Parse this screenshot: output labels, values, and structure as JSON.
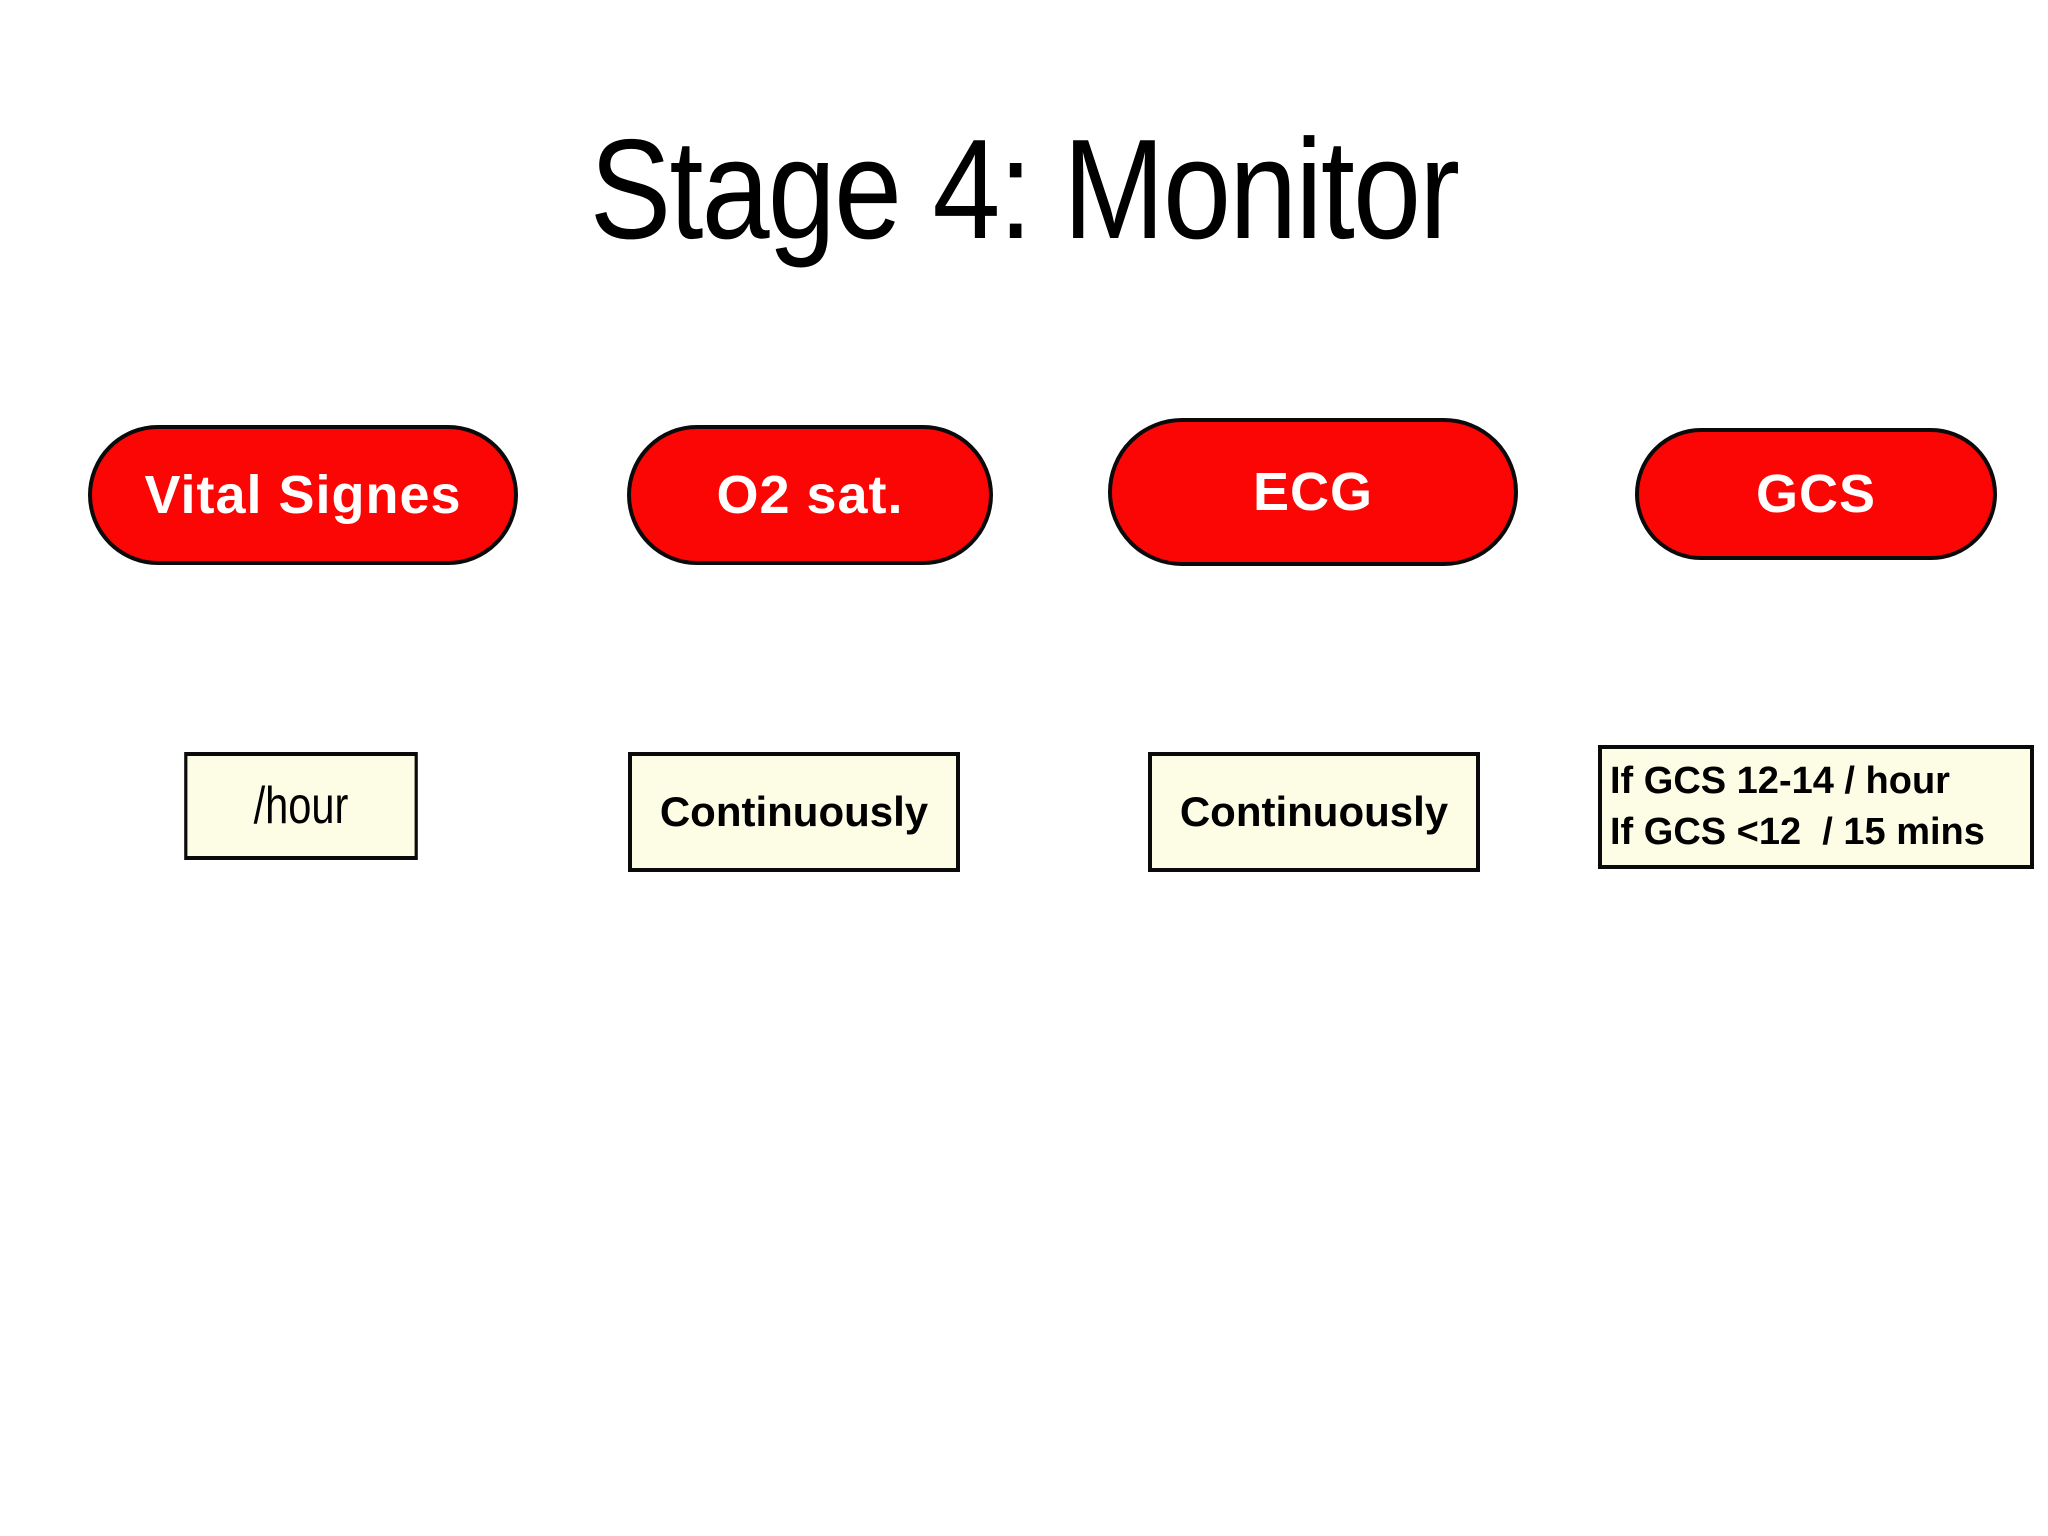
{
  "slide": {
    "title": "Stage 4: Monitor",
    "colors": {
      "background": "#ffffff",
      "title_text": "#000000",
      "pill_fill": "#fb0505",
      "pill_border": "#0a0a0a",
      "pill_text": "#ffffff",
      "note_fill": "#fdfde6",
      "note_border": "#0a0a0a",
      "note_text": "#000000"
    },
    "columns": [
      {
        "pill": "Vital Signes",
        "detail_lines": [
          "/hour"
        ]
      },
      {
        "pill": "O2 sat.",
        "detail_lines": [
          "Continuously"
        ]
      },
      {
        "pill": "ECG",
        "detail_lines": [
          "Continuously"
        ]
      },
      {
        "pill": "GCS",
        "detail_lines": [
          "If GCS 12-14 / hour",
          "If GCS <12  / 15 mins"
        ]
      }
    ]
  }
}
